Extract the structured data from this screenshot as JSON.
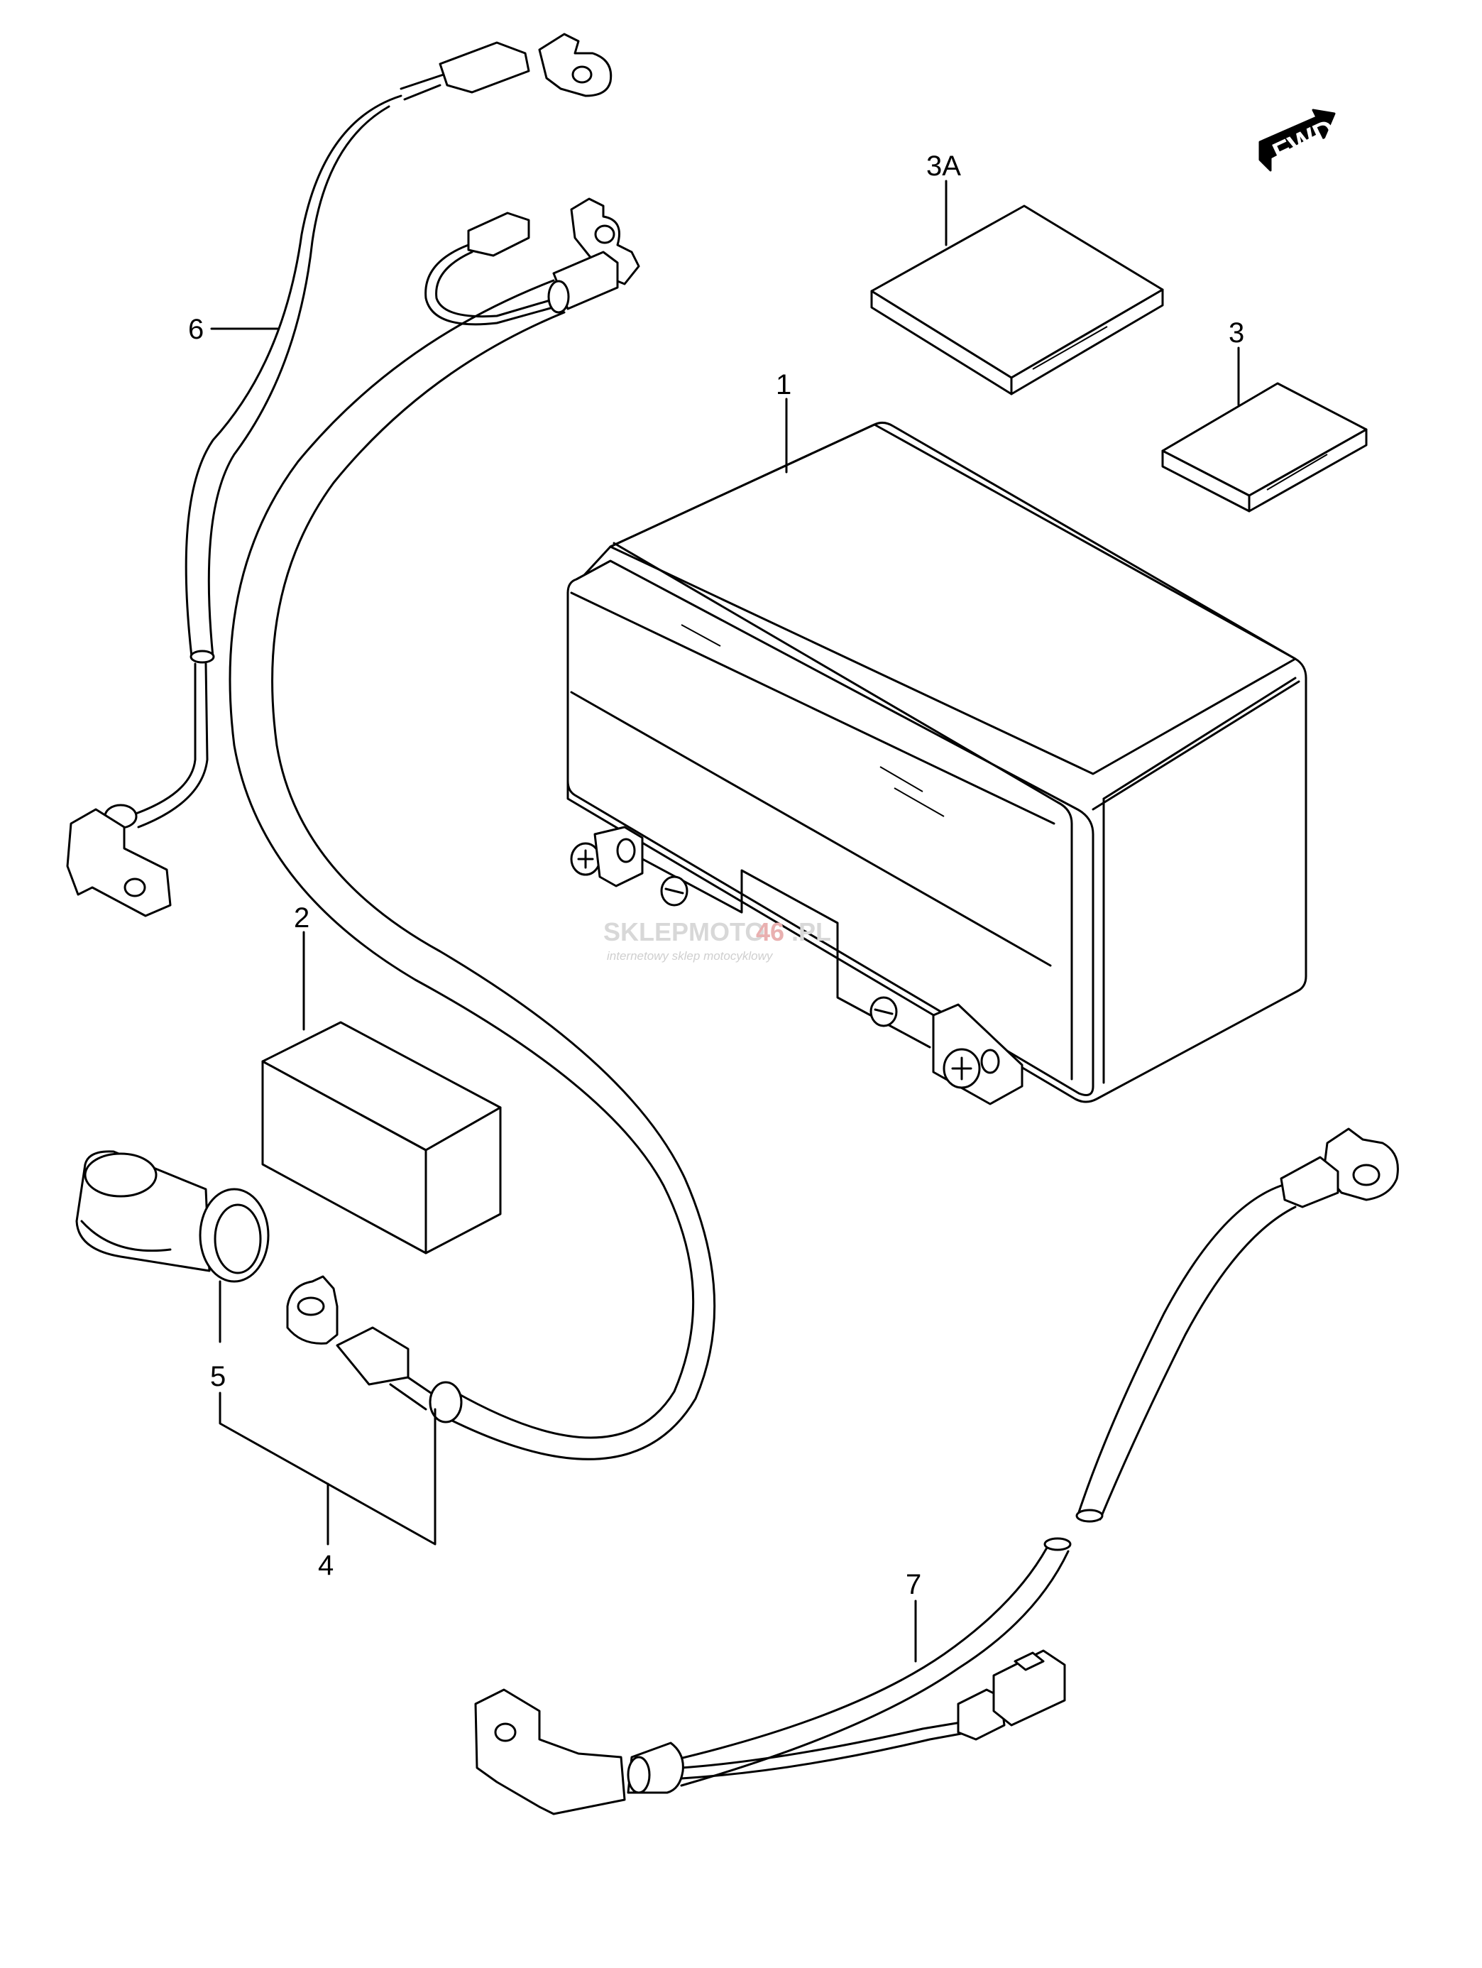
{
  "labels": {
    "l1": "1",
    "l2": "2",
    "l3": "3",
    "l3a": "3A",
    "l4": "4",
    "l5": "5",
    "l6": "6",
    "l7": "7"
  },
  "fwd": "FWD",
  "watermark": {
    "brand_a": "SKLEPMOTO",
    "brand_b": "46",
    "brand_c": ".PL",
    "tagline": "internetowy sklep motocyklowy"
  }
}
